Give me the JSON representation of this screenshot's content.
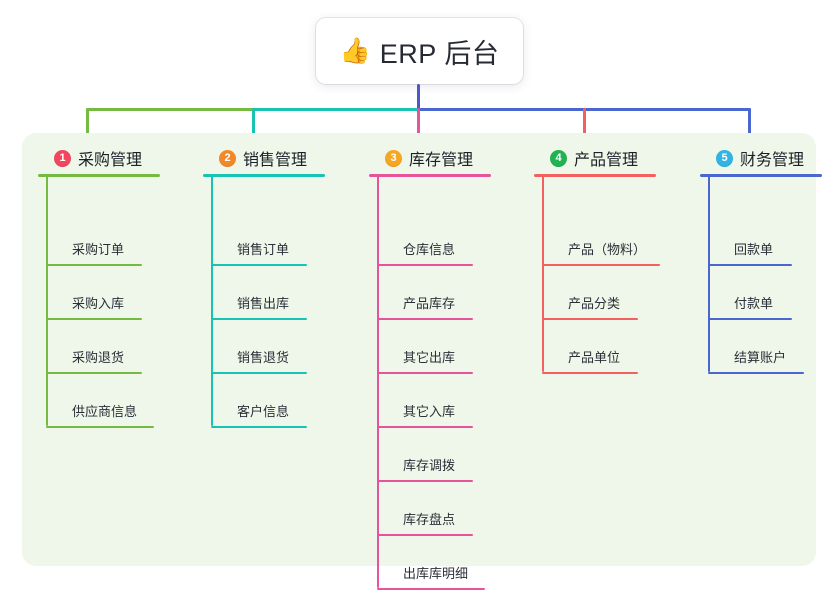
{
  "root": {
    "icon": "thumbs-up-icon",
    "emoji": "👍",
    "title": "ERP 后台"
  },
  "palette": {
    "panel_bg": "#eef7e9",
    "page_bg": "#ffffff",
    "root_stem": "#4a58c8",
    "branch_green": "#76bb41",
    "branch_teal": "#17c3b2",
    "branch_pink": "#e8549c",
    "branch_red": "#f2605f",
    "branch_blue": "#4a66cf",
    "text": "#2b2f38"
  },
  "connectors": {
    "stem_color": "#4a58c8",
    "bar_segments": [
      {
        "name": "green-segment",
        "color": "#76bb41"
      },
      {
        "name": "teal-segment",
        "color": "#17c3b2"
      },
      {
        "name": "blue-segment",
        "color": "#4a66cf"
      }
    ],
    "drops": [
      {
        "name": "drop-purchase",
        "color": "#76bb41"
      },
      {
        "name": "drop-sales",
        "color": "#17c3b2"
      },
      {
        "name": "drop-inventory",
        "color": "#e8549c"
      },
      {
        "name": "drop-product",
        "color": "#f2605f"
      },
      {
        "name": "drop-finance",
        "color": "#4a66cf"
      }
    ]
  },
  "columns": [
    {
      "id": "purchase",
      "number": "1",
      "badge_color": "#f4455f",
      "line_color": "#76bb41",
      "title": "采购管理",
      "head_rule_width": 122,
      "items": [
        {
          "label": "采购订单",
          "rule_width": 96
        },
        {
          "label": "采购入库",
          "rule_width": 96
        },
        {
          "label": "采购退货",
          "rule_width": 96
        },
        {
          "label": "供应商信息",
          "rule_width": 108
        }
      ]
    },
    {
      "id": "sales",
      "number": "2",
      "badge_color": "#f08a29",
      "line_color": "#17c3b2",
      "title": "销售管理",
      "head_rule_width": 122,
      "items": [
        {
          "label": "销售订单",
          "rule_width": 96
        },
        {
          "label": "销售出库",
          "rule_width": 96
        },
        {
          "label": "销售退货",
          "rule_width": 96
        },
        {
          "label": "客户信息",
          "rule_width": 96
        }
      ]
    },
    {
      "id": "inventory",
      "number": "3",
      "badge_color": "#f5a623",
      "line_color": "#e8549c",
      "title": "库存管理",
      "head_rule_width": 122,
      "items": [
        {
          "label": "仓库信息",
          "rule_width": 96
        },
        {
          "label": "产品库存",
          "rule_width": 96
        },
        {
          "label": "其它出库",
          "rule_width": 96
        },
        {
          "label": "其它入库",
          "rule_width": 96
        },
        {
          "label": "库存调拨",
          "rule_width": 96
        },
        {
          "label": "库存盘点",
          "rule_width": 96
        },
        {
          "label": "出库库明细",
          "rule_width": 108
        }
      ]
    },
    {
      "id": "product",
      "number": "4",
      "badge_color": "#21b352",
      "line_color": "#f2605f",
      "title": "产品管理",
      "head_rule_width": 122,
      "items": [
        {
          "label": "产品（物料）",
          "rule_width": 118
        },
        {
          "label": "产品分类",
          "rule_width": 96
        },
        {
          "label": "产品单位",
          "rule_width": 96
        }
      ]
    },
    {
      "id": "finance",
      "number": "5",
      "badge_color": "#30b4e5",
      "line_color": "#4a66cf",
      "title": "财务管理",
      "head_rule_width": 122,
      "items": [
        {
          "label": "回款单",
          "rule_width": 84
        },
        {
          "label": "付款单",
          "rule_width": 84
        },
        {
          "label": "结算账户",
          "rule_width": 96
        }
      ]
    }
  ]
}
